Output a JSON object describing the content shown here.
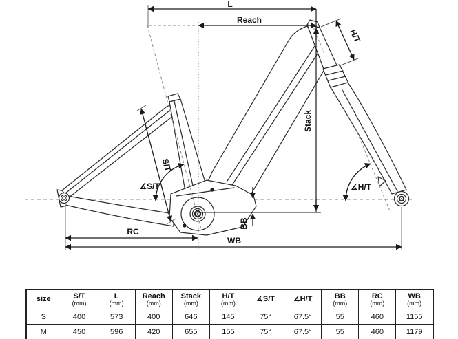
{
  "diagram": {
    "labels": {
      "l": "L",
      "reach": "Reach",
      "ht": "H/T",
      "stack": "Stack",
      "st": "S/T",
      "angle_st": "∡S/T",
      "angle_ht": "∡H/T",
      "bb": "BB",
      "rc": "RC",
      "wb": "WB"
    },
    "colors": {
      "line": "#1a1a1a",
      "construction": "#8a8a8a",
      "background": "#ffffff"
    }
  },
  "table": {
    "columns": [
      {
        "label": "size",
        "unit": ""
      },
      {
        "label": "S/T",
        "unit": "(mm)"
      },
      {
        "label": "L",
        "unit": "(mm)"
      },
      {
        "label": "Reach",
        "unit": "(mm)"
      },
      {
        "label": "Stack",
        "unit": "(mm)"
      },
      {
        "label": "H/T",
        "unit": "(mm)"
      },
      {
        "label": "∡S/T",
        "unit": ""
      },
      {
        "label": "∡H/T",
        "unit": ""
      },
      {
        "label": "BB",
        "unit": "(mm)"
      },
      {
        "label": "RC",
        "unit": "(mm)"
      },
      {
        "label": "WB",
        "unit": "(mm)"
      }
    ],
    "rows": [
      [
        "S",
        "400",
        "573",
        "400",
        "646",
        "145",
        "75°",
        "67.5°",
        "55",
        "460",
        "1155"
      ],
      [
        "M",
        "450",
        "596",
        "420",
        "655",
        "155",
        "75°",
        "67.5°",
        "55",
        "460",
        "1179"
      ]
    ]
  }
}
